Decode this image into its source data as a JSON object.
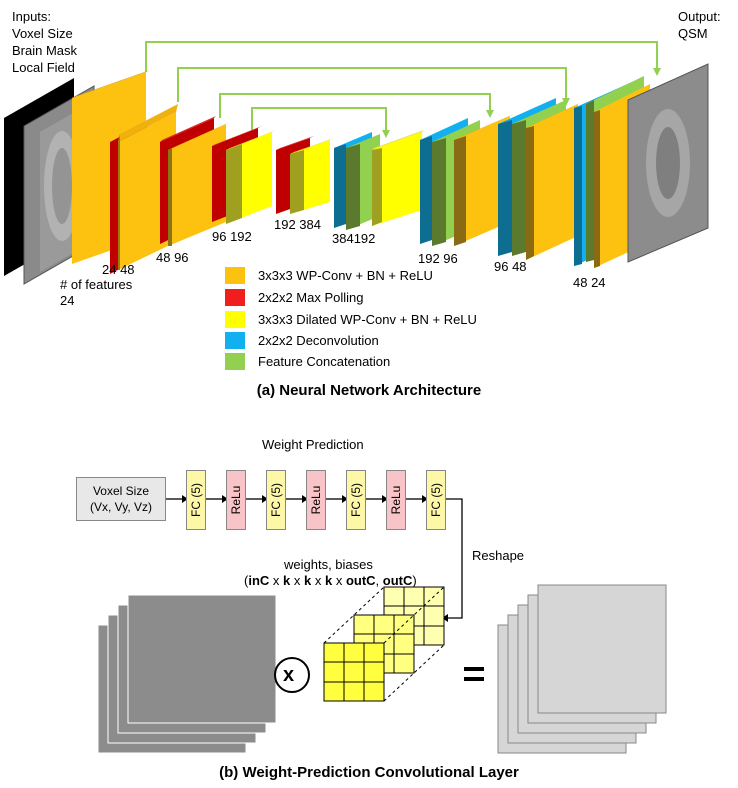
{
  "inputs": {
    "heading": "Inputs:",
    "lines": [
      "Voxel Size",
      "Brain Mask",
      "Local Field"
    ]
  },
  "outputs": {
    "heading": "Output:",
    "label": "QSM"
  },
  "feature_labels": {
    "num_features_caption": "# of features",
    "first": "24",
    "enc1": "24 48",
    "enc2": "48 96",
    "enc3": "96 192",
    "bottleneck": "192 384",
    "dec3": "384192",
    "dec2": "192 96",
    "dec1": "96 48",
    "dec0": "48 24"
  },
  "legend": [
    {
      "color": "#fdc20f",
      "label": "3x3x3 WP-Conv + BN + ReLU"
    },
    {
      "color": "#f01e1e",
      "label": "2x2x2 Max Polling"
    },
    {
      "color": "#ffff00",
      "label": "3x3x3 Dilated WP-Conv + BN + ReLU"
    },
    {
      "color": "#12b0ef",
      "label": "2x2x2 Deconvolution"
    },
    {
      "color": "#92d050",
      "label": "Feature Concatenation"
    }
  ],
  "caption_a": "(a) Neural Network Architecture",
  "caption_b": "(b) Weight-Prediction Convolutional Layer",
  "weight_prediction": {
    "title": "Weight Prediction",
    "voxel_box": [
      "Voxel Size",
      "(Vx, Vy, Vz)"
    ],
    "chain": [
      "FC (5)",
      "ReLu",
      "FC (5)",
      "ReLu",
      "FC (5)",
      "ReLu",
      "FC (5)"
    ],
    "reshape_label": "Reshape",
    "weights_label": "weights, biases",
    "shape_label": {
      "inC": "inC",
      "x1": " x ",
      "k1": "k",
      "x2": " x ",
      "k2": "k",
      "x3": " x ",
      "k3": "k",
      "x4": " x ",
      "outC": "outC",
      "sep": ", ",
      "outC2": "outC",
      "open": "(",
      "close": ")"
    },
    "multiply_symbol": "x",
    "equals_symbol": "="
  }
}
